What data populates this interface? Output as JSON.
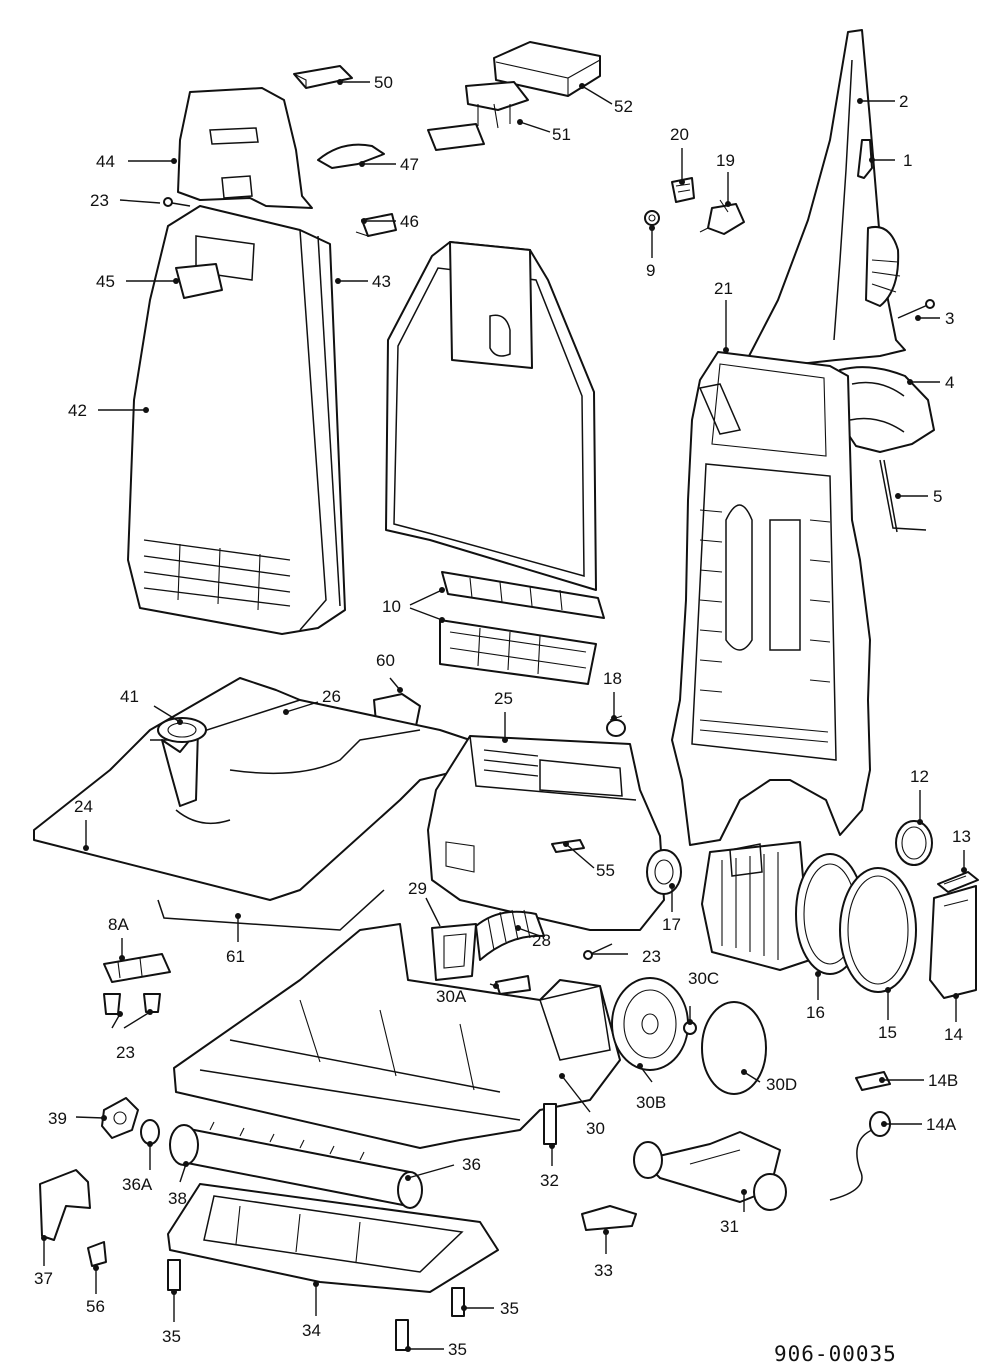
{
  "labels": {
    "l1": "1",
    "l2": "2",
    "l3": "3",
    "l4": "4",
    "l5": "5",
    "l8a": "8A",
    "l9": "9",
    "l10": "10",
    "l12": "12",
    "l13": "13",
    "l14": "14",
    "l14a": "14A",
    "l14b": "14B",
    "l15": "15",
    "l16": "16",
    "l17": "17",
    "l18": "18",
    "l19": "19",
    "l20": "20",
    "l21": "21",
    "l23a": "23",
    "l23b": "23",
    "l23c": "23",
    "l24": "24",
    "l25": "25",
    "l26": "26",
    "l28": "28",
    "l29": "29",
    "l30": "30",
    "l30a": "30A",
    "l30b": "30B",
    "l30c": "30C",
    "l30d": "30D",
    "l31": "31",
    "l32": "32",
    "l33": "33",
    "l34": "34",
    "l35a": "35",
    "l35b": "35",
    "l35c": "35",
    "l36": "36",
    "l36a": "36A",
    "l37": "37",
    "l38": "38",
    "l39": "39",
    "l41": "41",
    "l42": "42",
    "l43": "43",
    "l44": "44",
    "l45": "45",
    "l46": "46",
    "l47": "47",
    "l50": "50",
    "l51": "51",
    "l52": "52",
    "l55": "55",
    "l56": "56",
    "l60": "60",
    "l61": "61"
  },
  "reference_number": "906-00035"
}
